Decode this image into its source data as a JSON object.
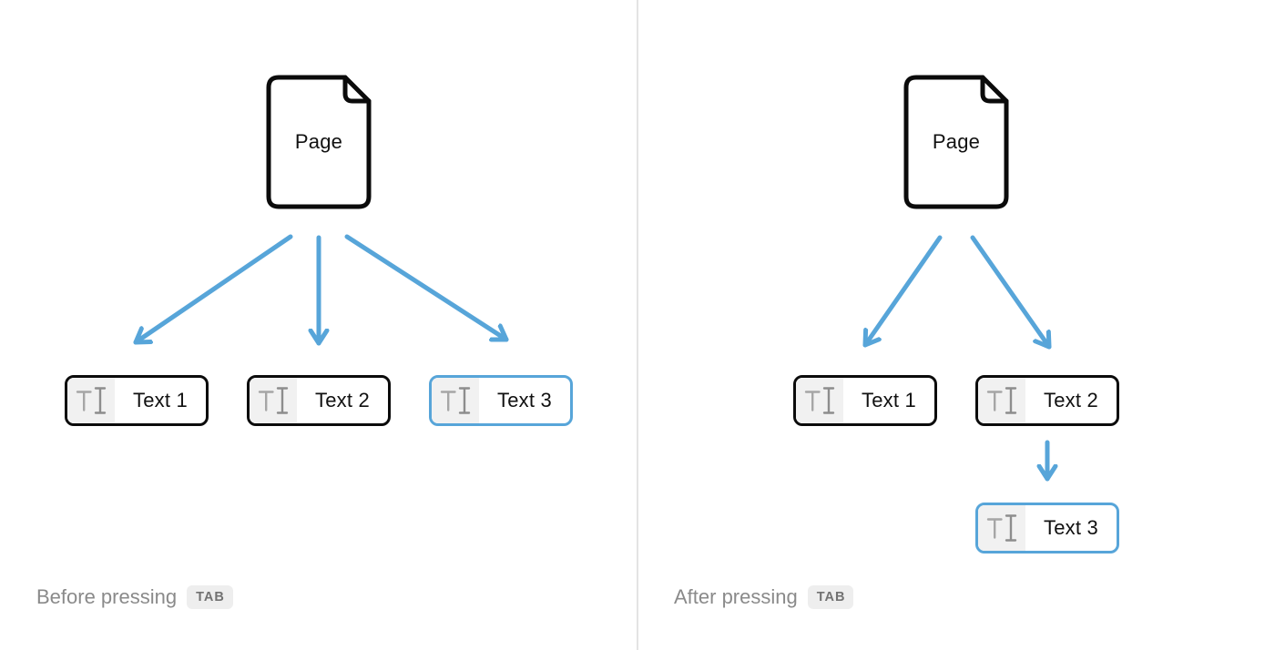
{
  "diagram": {
    "type": "before-after comparison of block nesting in a page outline",
    "key_pressed": "TAB"
  },
  "colors": {
    "background": "#FFFFFF",
    "arrow_blue": "#57A5D9",
    "selected_border_blue": "#57A5D9",
    "block_border_black": "#0B0B0B",
    "icon_section_bg": "#F1F1F1",
    "icon_glyph_gray": "#9A9A9A",
    "caption_gray": "#8A8A8A",
    "kbd_bg": "#EEEEEE",
    "kbd_text": "#727272",
    "divider_gray": "#E4E4E4"
  },
  "panels": [
    {
      "name": "before",
      "page_label": "Page",
      "blocks": [
        {
          "label": "Text 1",
          "icon": "text-block-icon",
          "selected": false
        },
        {
          "label": "Text 2",
          "icon": "text-block-icon",
          "selected": false
        },
        {
          "label": "Text 3",
          "icon": "text-block-icon",
          "selected": true
        }
      ],
      "edges": [
        [
          "Page",
          "Text 1"
        ],
        [
          "Page",
          "Text 2"
        ],
        [
          "Page",
          "Text 3"
        ]
      ],
      "caption": "Before pressing",
      "key": "TAB"
    },
    {
      "name": "after",
      "page_label": "Page",
      "blocks": [
        {
          "label": "Text 1",
          "icon": "text-block-icon",
          "selected": false
        },
        {
          "label": "Text 2",
          "icon": "text-block-icon",
          "selected": false
        },
        {
          "label": "Text 3",
          "icon": "text-block-icon",
          "selected": true
        }
      ],
      "edges": [
        [
          "Page",
          "Text 1"
        ],
        [
          "Page",
          "Text 2"
        ],
        [
          "Text 2",
          "Text 3"
        ]
      ],
      "caption": "After pressing",
      "key": "TAB"
    }
  ]
}
